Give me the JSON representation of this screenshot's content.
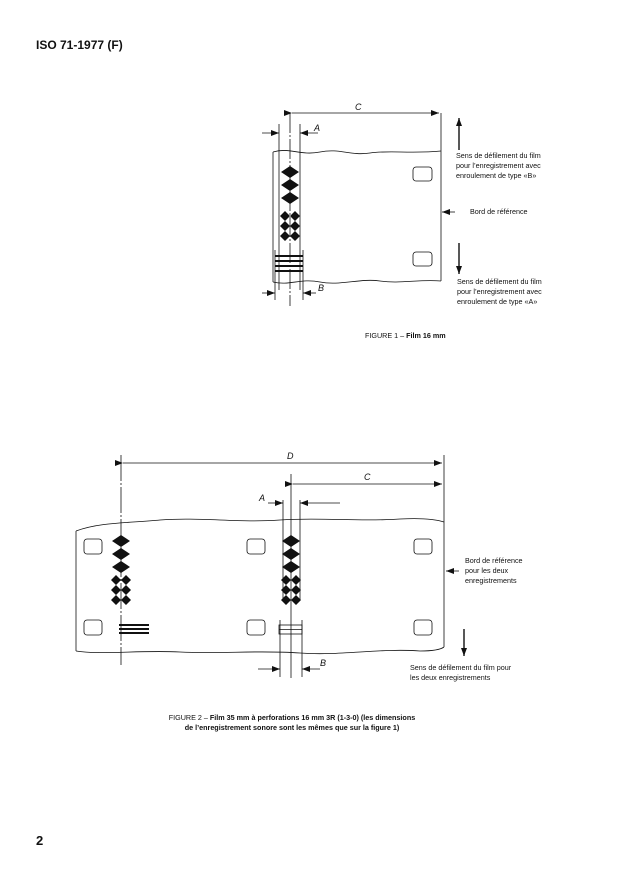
{
  "header": {
    "doc_id": "ISO 71-1977 (F)"
  },
  "figure1": {
    "caption_prefix": "FIGURE 1 – ",
    "caption_title": "Film 16 mm",
    "dim_labels": {
      "a": "A",
      "b": "B",
      "c": "C"
    },
    "direction_b": [
      "Sens de défilement du film",
      "pour l’enregistrement avec",
      "enroulement de type «B»"
    ],
    "reference_edge": "Bord de référence",
    "direction_a": [
      "Sens de défilement du film",
      "pour l’enregistrement avec",
      "enroulement de type «A»"
    ]
  },
  "figure2": {
    "caption_prefix": "FIGURE 2 – ",
    "caption_line1": "Film 35 mm à perforations 16 mm 3R (1-3-0) (les dimensions",
    "caption_line2": "de l’enregistrement sonore sont les mêmes que sur la figure 1)",
    "dim_labels": {
      "a": "A",
      "b": "B",
      "c": "C",
      "d": "D"
    },
    "reference_edge": [
      "Bord de référence",
      "pour les deux",
      "enregistrements"
    ],
    "direction": [
      "Sens de défilement du film pour",
      "les deux enregistrements"
    ]
  },
  "footer": {
    "page_number": "2"
  }
}
